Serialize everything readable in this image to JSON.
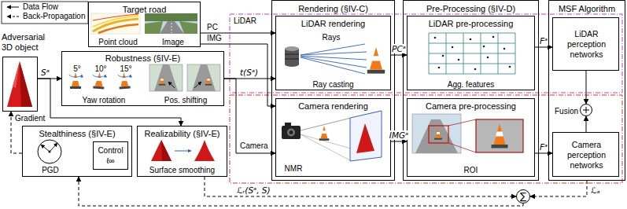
{
  "diagram": {
    "nodes": [
      {
        "text": [
          "Target road",
          "Point cloud",
          "Image"
        ]
      },
      {
        "text": [
          "Adversarial 3D object"
        ]
      },
      {
        "text": [
          "Robustness (§IV-E)",
          "5°",
          "10°",
          "15°",
          "Yaw rotation",
          "Pos. shifting"
        ]
      },
      {
        "text": [
          "Rendering (§IV-C)"
        ]
      },
      {
        "text": [
          "LiDAR rendering",
          "Rays",
          "Ray casting"
        ],
        "in": 3
      },
      {
        "text": [
          "Camera rendering",
          "NMR"
        ],
        "in": 3
      },
      {
        "text": [
          "Pre-Processing (§IV-D)"
        ]
      },
      {
        "text": [
          "LiDAR pre-processing",
          "Agg. features"
        ],
        "in": 6
      },
      {
        "text": [
          "Camera pre-processing",
          "ROI"
        ],
        "in": 6
      },
      {
        "text": [
          "MSF Algorithm"
        ]
      },
      {
        "text": [
          "LiDAR perception networks"
        ],
        "in": 9
      },
      {
        "text": [
          "Fusion"
        ],
        "in": 9
      },
      {
        "text": [
          "Camera perception networks"
        ],
        "in": 9
      },
      {
        "text": [
          "Stealthiness (§IV-E)",
          "PGD"
        ]
      },
      {
        "text": [
          "Control ℓ∞"
        ],
        "in": 13
      },
      {
        "text": [
          "Realizability (§IV-E)",
          "Surface smoothing"
        ]
      },
      {
        "text": [
          "∑"
        ]
      }
    ],
    "edges": [
      {
        "from": 0,
        "to": 4,
        "label": "PC",
        "arrow": "to"
      },
      {
        "from": 0,
        "to": 5,
        "label": "IMG",
        "arrow": "to"
      },
      {
        "from": 1,
        "to": 2,
        "label": "Sᵃ",
        "arrow": "to"
      },
      {
        "from": 1,
        "to": 15,
        "arrow": "to"
      },
      {
        "from": 2,
        "to": 4,
        "label": "t(Sᵃ)",
        "arrow": "to"
      },
      {
        "from": 2,
        "to": 5,
        "arrow": "to"
      },
      {
        "from": 4,
        "to": 7,
        "label": "PCᵃ",
        "arrow": "to"
      },
      {
        "from": 5,
        "to": 8,
        "label": "IMGᵃ",
        "arrow": "to"
      },
      {
        "from": 7,
        "to": 10,
        "label": "Fᵃ",
        "arrow": "to"
      },
      {
        "from": 8,
        "to": 12,
        "label": "Fᵃ",
        "arrow": "to"
      },
      {
        "from": 10,
        "to": 11,
        "arrow": "to"
      },
      {
        "from": 12,
        "to": 11,
        "arrow": "to"
      },
      {
        "from": 9,
        "to": 16,
        "label": "ℒₐ",
        "arrow": "to"
      },
      {
        "from": 15,
        "to": 16,
        "label": "ℒᵣ(Sᵃ, S)",
        "arrow": "to"
      },
      {
        "from": 16,
        "to": 13,
        "arrow": "to"
      },
      {
        "from": 13,
        "to": 1,
        "label": "Gradient",
        "arrow": "to"
      }
    ],
    "labels": [
      "LiDAR",
      "Camera"
    ],
    "legend": [
      {
        "text": "Data Flow"
      },
      {
        "text": "Back-Propagation"
      }
    ]
  }
}
